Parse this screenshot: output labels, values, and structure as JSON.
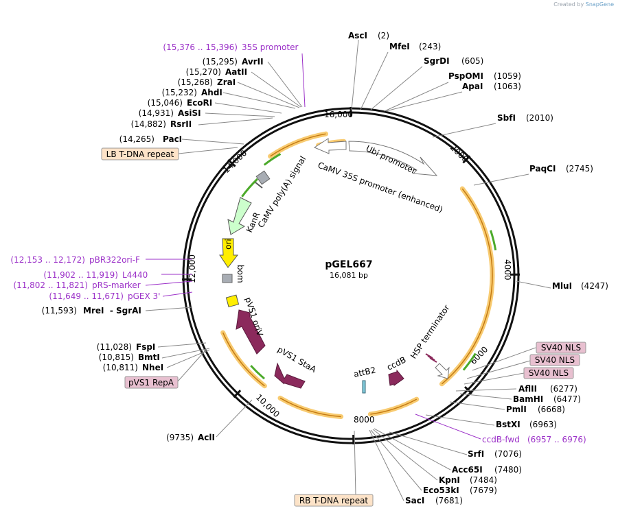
{
  "credit": {
    "prefix": "Created by",
    "brand": "SnapGene"
  },
  "plasmid": {
    "name": "pGEL667",
    "size": "16,081 bp"
  },
  "ruler": [
    "16,000",
    "2000",
    "4000",
    "6000",
    "8000",
    "10,000",
    "12,000",
    "14,000"
  ],
  "enzymes_right": [
    {
      "name": "AscI",
      "pos": "(2)"
    },
    {
      "name": "MfeI",
      "pos": "(243)"
    },
    {
      "name": "SgrDI",
      "pos": "(605)"
    },
    {
      "name": "PspOMI",
      "pos": "(1059)"
    },
    {
      "name": "ApaI",
      "pos": "(1063)"
    },
    {
      "name": "SbfI",
      "pos": "(2010)"
    },
    {
      "name": "PaqCI",
      "pos": "(2745)"
    },
    {
      "name": "MluI",
      "pos": "(4247)"
    },
    {
      "name": "AflII",
      "pos": "(6277)"
    },
    {
      "name": "BamHI",
      "pos": "(6477)"
    },
    {
      "name": "PmlI",
      "pos": "(6668)"
    },
    {
      "name": "BstXI",
      "pos": "(6963)"
    },
    {
      "name": "SrfI",
      "pos": "(7076)"
    },
    {
      "name": "Acc65I",
      "pos": "(7480)"
    },
    {
      "name": "KpnI",
      "pos": "(7484)"
    },
    {
      "name": "Eco53kI",
      "pos": "(7679)"
    },
    {
      "name": "SacI",
      "pos": "(7681)"
    }
  ],
  "enzymes_left": [
    {
      "name": "AvrII",
      "pos": "(15,295)"
    },
    {
      "name": "AatII",
      "pos": "(15,270)"
    },
    {
      "name": "ZraI",
      "pos": "(15,268)"
    },
    {
      "name": "AhdI",
      "pos": "(15,232)"
    },
    {
      "name": "EcoRI",
      "pos": "(15,046)"
    },
    {
      "name": "AsiSI",
      "pos": "(14,931)"
    },
    {
      "name": "RsrII",
      "pos": "(14,882)"
    },
    {
      "name": "PacI",
      "pos": "(14,265)"
    },
    {
      "name": "MreI  - SgrAI",
      "pos": "(11,593)"
    },
    {
      "name": "FspI",
      "pos": "(11,028)"
    },
    {
      "name": "BmtI",
      "pos": "(10,815)"
    },
    {
      "name": "NheI",
      "pos": "(10,811)"
    },
    {
      "name": "AclI",
      "pos": "(9735)"
    }
  ],
  "primers": [
    {
      "name": "35S promoter",
      "pos": "(15,376 .. 15,396)"
    },
    {
      "name": "pBR322ori-F",
      "pos": "(12,153 .. 12,172)"
    },
    {
      "name": "L4440",
      "pos": "(11,902 .. 11,919)"
    },
    {
      "name": "pRS-marker",
      "pos": "(11,802 .. 11,821)"
    },
    {
      "name": "pGEX 3'",
      "pos": "(11,649 .. 11,671)"
    },
    {
      "name": "ccdB-fwd",
      "pos": "(6957 .. 6976)"
    }
  ],
  "boxes": [
    {
      "label": "LB T-DNA repeat",
      "color": "#fde3c8"
    },
    {
      "label": "SV40 NLS",
      "color": "#e8c0d0"
    },
    {
      "label": "SV40 NLS",
      "color": "#e8c0d0"
    },
    {
      "label": "SV40 NLS",
      "color": "#e8c0d0"
    },
    {
      "label": "pVS1 RepA",
      "color": "#e8c0d0"
    },
    {
      "label": "RB T-DNA repeat",
      "color": "#fde3c8"
    }
  ],
  "features": {
    "ubi": "Ubi promoter",
    "camv": "CaMV 35S promoter (enhanced)",
    "polya": "CaMV poly(A) signal",
    "kanr": "KanR",
    "ori": "ori",
    "bom": "bom",
    "oriv": "pVS1 oriV",
    "staa": "pVS1 StaA",
    "attb2": "attB2",
    "ccdb": "ccdB",
    "hsp": "HSP terminator"
  },
  "colors": {
    "orf_glow": "#f5b942",
    "orf_line": "#c47a12",
    "green_arrow": "#4caa2a",
    "kanr": "#ccffcc",
    "ori": "#ffee00",
    "magenta_feat": "#8b2a5c",
    "primer": "#9b30c8"
  }
}
